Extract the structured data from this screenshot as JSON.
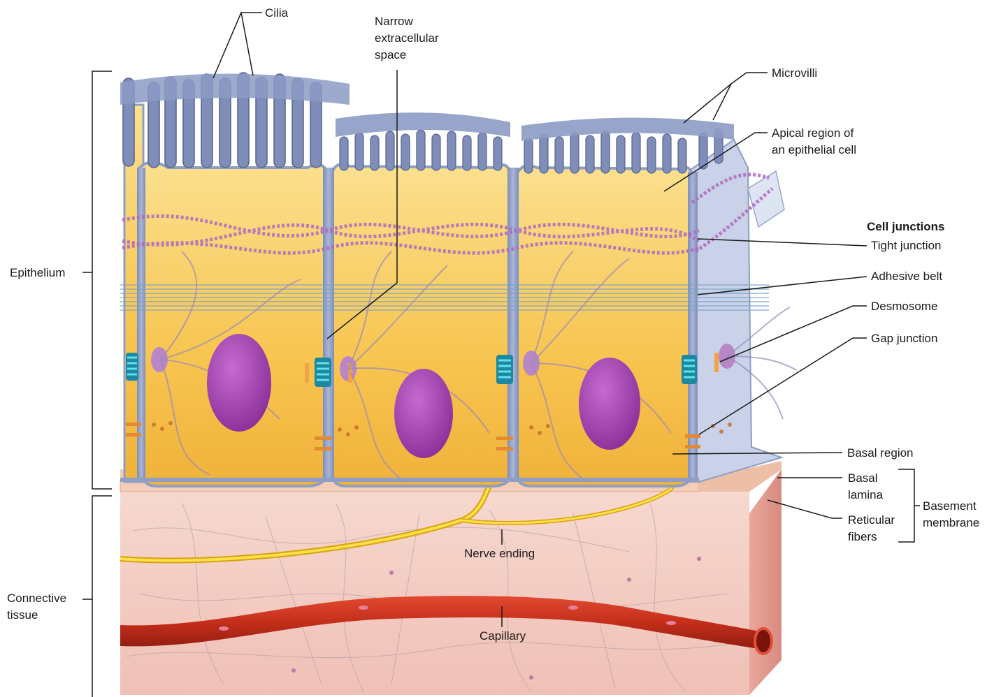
{
  "labels": {
    "cilia": "Cilia",
    "narrow_space": [
      "Narrow",
      "extracellular",
      "space"
    ],
    "microvilli": "Microvilli",
    "apical_region": [
      "Apical region of",
      "an epithelial cell"
    ],
    "cell_junctions_heading": "Cell junctions",
    "tight_junction": "Tight junction",
    "adhesive_belt": "Adhesive belt",
    "desmosome": "Desmosome",
    "gap_junction": "Gap junction",
    "basal_region": "Basal region",
    "basal_lamina": [
      "Basal",
      "lamina"
    ],
    "reticular_fibers": [
      "Reticular",
      "fibers"
    ],
    "basement_membrane": [
      "Basement",
      "membrane"
    ],
    "epithelium": "Epithelium",
    "connective_tissue": [
      "Connective",
      "tissue"
    ],
    "nerve_ending": "Nerve ending",
    "capillary": "Capillary"
  },
  "colors": {
    "cytoplasm": "#f6c04a",
    "membrane": "#8e9ec4",
    "microvilli": "#6f7fab",
    "nucleus": "#9b3fa8",
    "connective": "#f2c5bd",
    "capillary": "#c8321e",
    "nerve": "#f0c21a",
    "desmosome": "#36c4d8"
  }
}
